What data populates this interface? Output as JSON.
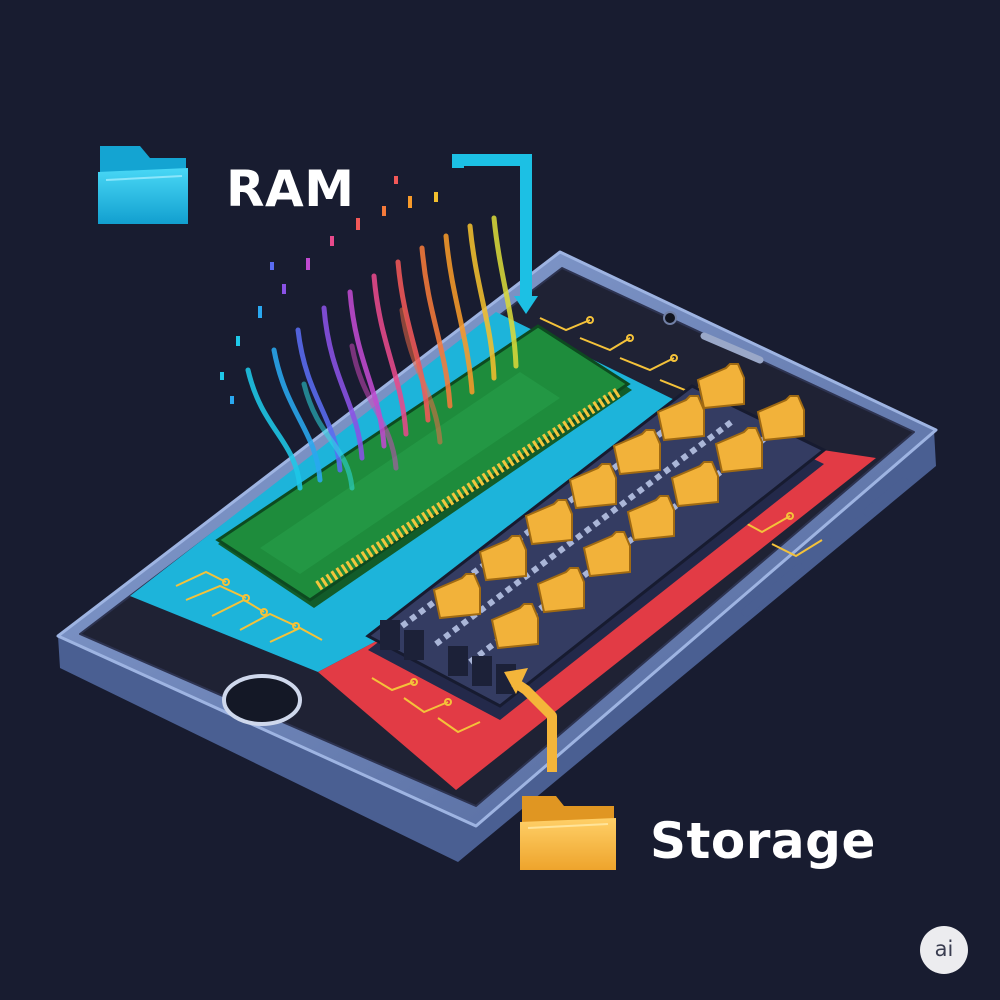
{
  "labels": {
    "ram": "RAM",
    "storage": "Storage"
  },
  "badge": "ai",
  "icons": {
    "ram": "folder-icon",
    "storage": "folder-icon"
  },
  "colors": {
    "background": "#181c30",
    "ram_accent": "#1cc0e4",
    "storage_accent": "#f4b53a",
    "screen_ram_zone": "#1db4da",
    "screen_storage_zone": "#e23b45",
    "ram_chip": "#1e8c3c",
    "phone_frame": "#6f87bf"
  }
}
